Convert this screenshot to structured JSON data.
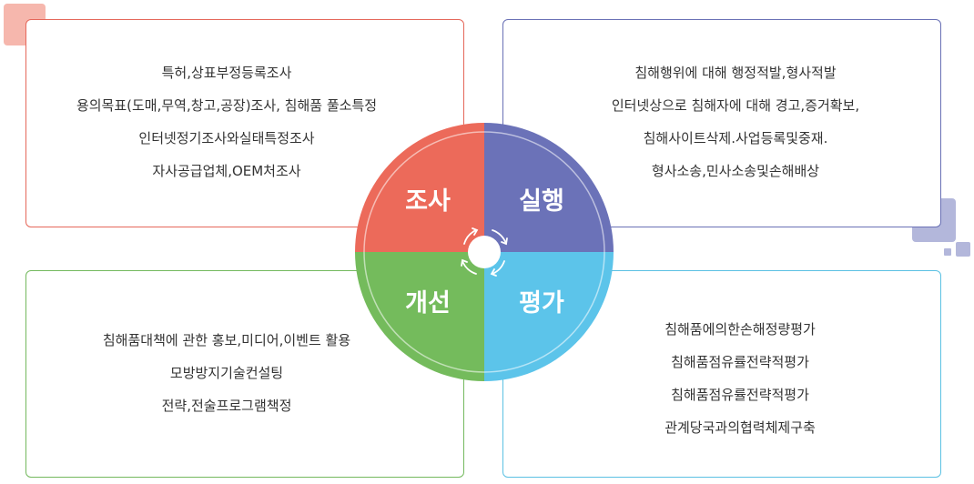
{
  "quadrants": {
    "top_left": {
      "label": "조사",
      "color": "#ec6a5a",
      "lines": [
        "특허,상표부정등록조사",
        "용의목표(도매,무역,창고,공장)조사, 침해품 풀소특정",
        "인터넷정기조사와실태특정조사",
        "자사공급업체,OEM처조사"
      ]
    },
    "top_right": {
      "label": "실행",
      "color": "#6b72b8",
      "lines": [
        "침해행위에 대해 행정적발,형사적발",
        "인터넷상으로 침해자에 대해 경고,증거확보,",
        "침해사이트삭제.사업등록및중재.",
        "형사소송,민사소송및손해배상"
      ]
    },
    "bottom_left": {
      "label": "개선",
      "color": "#74bb5c",
      "lines": [
        "침해품대책에 관한 홍보,미디어,이벤트 활용",
        "모방방지기술컨설팅",
        "전략,전술프로그램책정"
      ]
    },
    "bottom_right": {
      "label": "평가",
      "color": "#5cc4ea",
      "lines": [
        "침해품에의한손해정량평가",
        "침해품점유률전략적평가",
        "침해품점유률전략적평가",
        "관계당국과의협력체제구축"
      ]
    }
  }
}
